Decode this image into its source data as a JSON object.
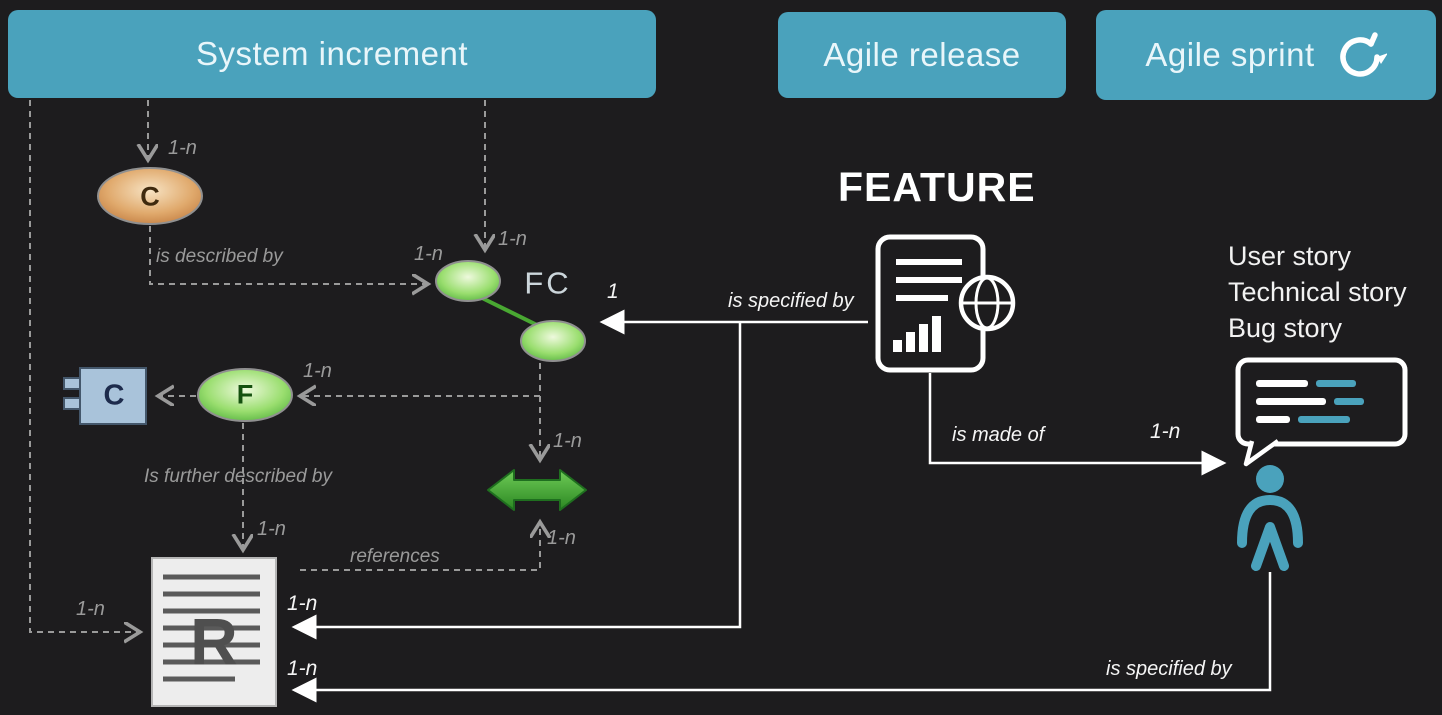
{
  "headers": {
    "system_increment": "System increment",
    "agile_release": "Agile release",
    "agile_sprint": "Agile sprint"
  },
  "feature": {
    "title": "FEATURE"
  },
  "stories": {
    "items": [
      "User story",
      "Technical story",
      "Bug story"
    ]
  },
  "nodes": {
    "capability_letter": "C",
    "fc_label": "FC",
    "component_letter": "C",
    "function_letter": "F",
    "requirement_letter": "R"
  },
  "relations": {
    "is_described_by": "is described by",
    "is_further_described_by": "Is further described by",
    "references": "references",
    "is_specified_by": "is specified by",
    "is_made_of": "is made of",
    "is_specified_by_bottom": "is specified by"
  },
  "multiplicity": {
    "one_n": "1-n",
    "one": "1"
  },
  "icons": {
    "sprint_icon": "circular-sprint-loop-arrow",
    "feature_document_icon": "document-with-globe-and-bar-chart",
    "story_bubble_icon": "speech-bubble-with-list",
    "person_icon": "person-figure",
    "capability_icon": "orange-oval-C",
    "function_icon": "green-oval-F",
    "functional_chain_icon": "two-green-ovals-FC",
    "component_icon": "blue-uml-component-C",
    "requirement_icon": "gray-document-R",
    "exchange_icon": "green-double-arrow"
  },
  "colors": {
    "background": "#1d1c1e",
    "teal": "#4aa2bc",
    "header_text": "#e9f6fa",
    "white": "#ffffff",
    "gray_label": "#9a9a9a",
    "green": "#3fa52f",
    "orange": "#c98045",
    "component_blue": "#a9c3da",
    "paper": "#ededed"
  }
}
